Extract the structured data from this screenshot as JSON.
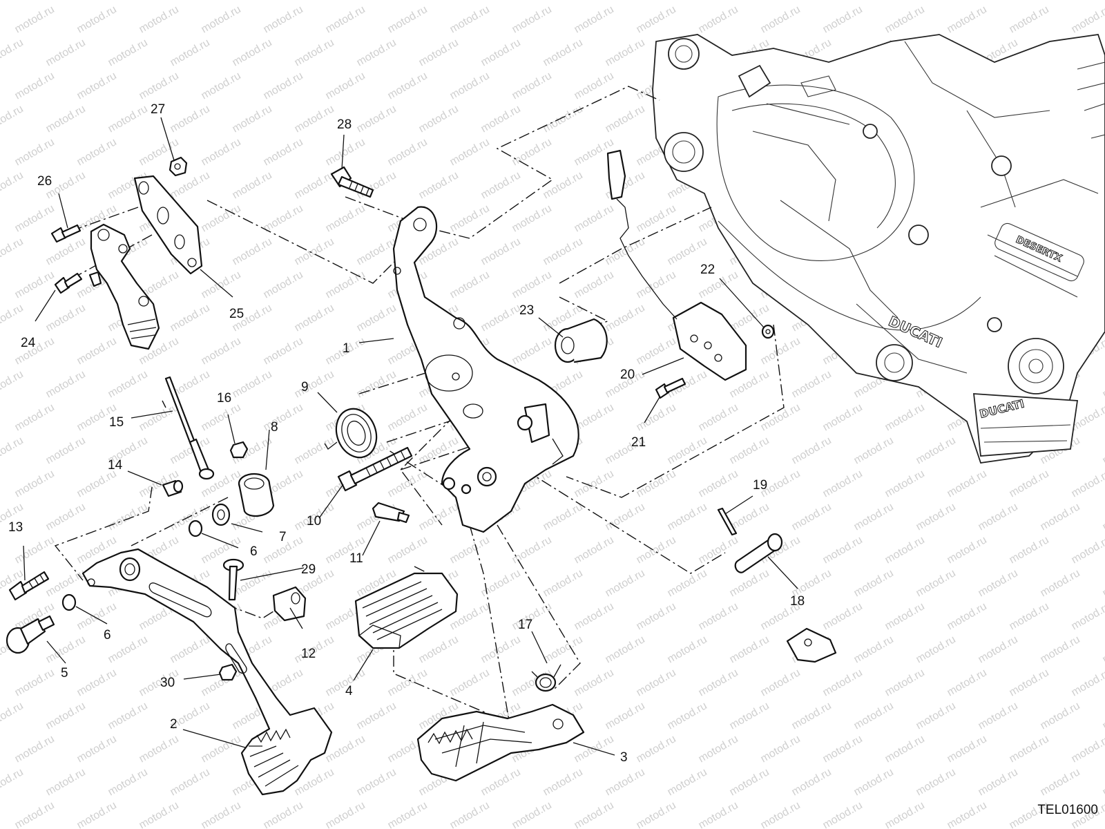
{
  "watermark": {
    "text": "motod.ru"
  },
  "drawing_code": "TEL01600",
  "engine": {
    "brand_text": "DUCATI",
    "model_text": "DESERTX"
  },
  "callouts": [
    "1",
    "2",
    "3",
    "4",
    "5",
    "6",
    "6",
    "7",
    "8",
    "9",
    "10",
    "11",
    "12",
    "13",
    "14",
    "15",
    "16",
    "17",
    "18",
    "19",
    "20",
    "21",
    "22",
    "23",
    "24",
    "25",
    "26",
    "27",
    "28",
    "29",
    "30"
  ],
  "colors": {
    "line": "#111111",
    "watermark": "#cfcfcf",
    "background": "#ffffff"
  }
}
